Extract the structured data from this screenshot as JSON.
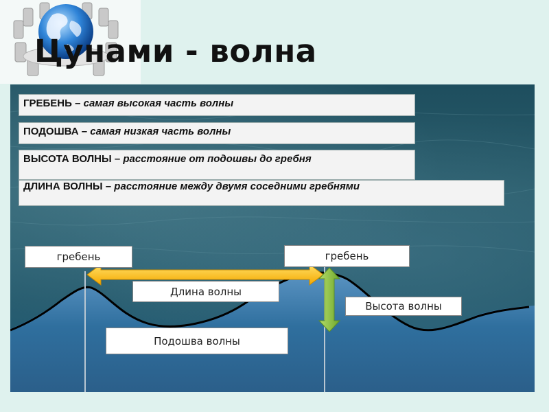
{
  "slide": {
    "title": "Цунами - волна"
  },
  "definitions": [
    {
      "term": "ГРЕБЕНЬ –",
      "text": " самая высокая часть волны"
    },
    {
      "term": "ПОДОШВА –",
      "text": " самая низкая часть волны"
    },
    {
      "term": "ВЫСОТА ВОЛНЫ –",
      "text": " расстояние от подошвы до гребня"
    },
    {
      "term": "ДЛИНА ВОЛНЫ –",
      "text": " расстояние между двумя соседними гребнями"
    }
  ],
  "diagram": {
    "crest_left": "гребень",
    "crest_right": "гребень",
    "wavelength": "Длина волны",
    "wave_height": "Высота волны",
    "trough": "Подошва волны"
  },
  "colors": {
    "wavelength_arrow": "#ffc20e",
    "height_arrow": "#8cc63f",
    "wave_line": "#000000",
    "water": "#2f6f9e"
  },
  "icons": {
    "logo": "globe-conference-icon"
  }
}
